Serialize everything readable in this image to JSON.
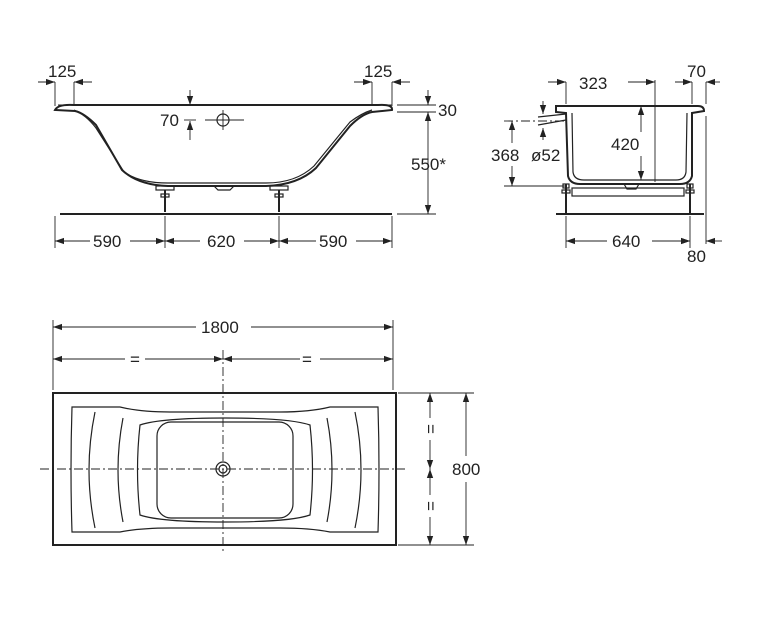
{
  "front_view": {
    "rim_left": "125",
    "rim_right": "125",
    "overflow_height": "70",
    "rim_thickness": "30",
    "height": "550*",
    "leg_left": "590",
    "leg_middle": "620",
    "leg_right": "590"
  },
  "side_view": {
    "top_offset": "323",
    "top_rim": "70",
    "depth": "420",
    "overflow_level": "368",
    "waste_diameter": "ø52",
    "leg_span": "640",
    "bottom_offset": "80"
  },
  "plan_view": {
    "length": "1800",
    "half_left": "=",
    "half_right": "=",
    "width": "800",
    "half_top": "=",
    "half_bottom": "="
  }
}
